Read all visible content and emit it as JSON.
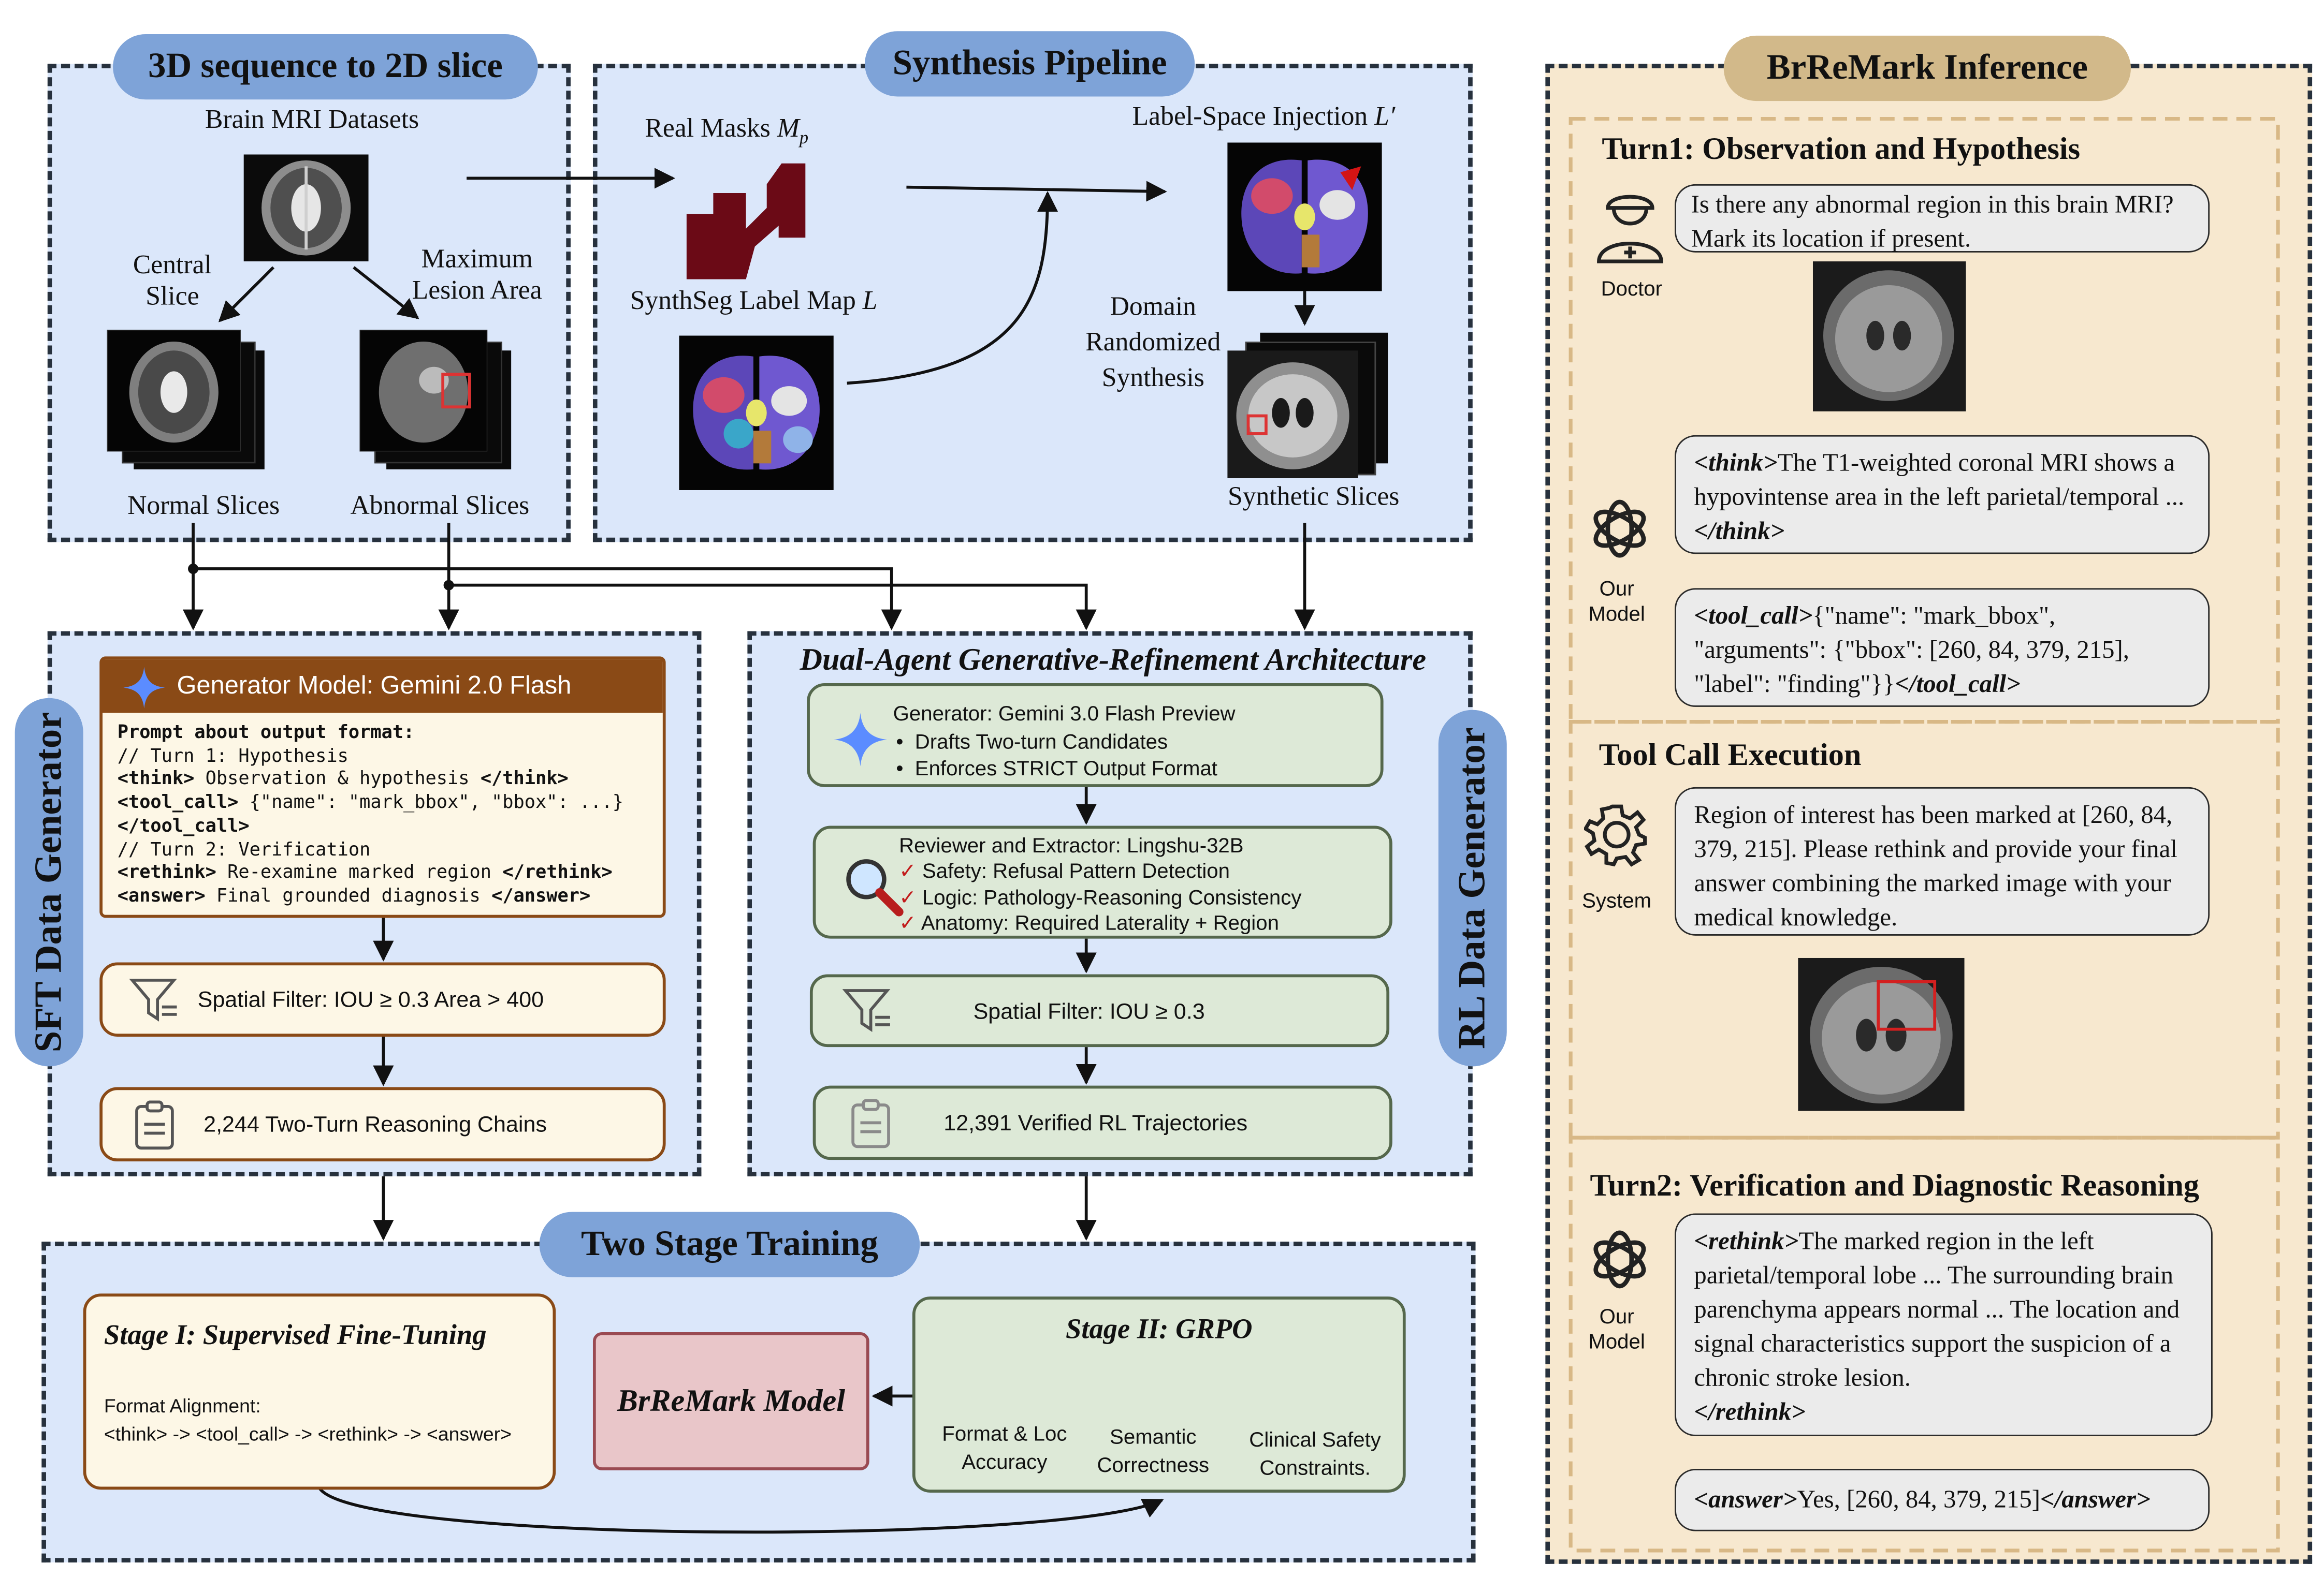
{
  "colors": {
    "panel_blue": "#dbe7fa",
    "pill_blue": "#7ea3d8",
    "inference_bg": "#f7e8cf",
    "inference_pill": "#d2b98a",
    "generator_header": "#8a4a16",
    "green_box": "#dde9d7",
    "model_pink": "#e9c6c9"
  },
  "slice_panel": {
    "title": "3D sequence to 2D slice",
    "datasets": "Brain MRI Datasets",
    "central": "Central\nSlice",
    "maximum": "Maximum\nLesion Area",
    "normal": "Normal Slices",
    "abnormal": "Abnormal Slices"
  },
  "synthesis_panel": {
    "title": "Synthesis Pipeline",
    "real_masks": "Real Masks",
    "real_masks_sym": "M",
    "real_masks_sub": "p",
    "label_map": "SynthSeg Label Map",
    "label_map_sym": "L",
    "injection": "Label-Space Injection",
    "injection_sym": "L′",
    "domain": "Domain\nRandomized\nSynthesis",
    "synthetic": "Synthetic Slices"
  },
  "sft_panel": {
    "side_label": "SFT Data Generator",
    "gen_header": "Generator Model: Gemini 2.0 Flash",
    "prompt_lines": [
      {
        "b": "Prompt about output format:",
        "t": "",
        "e": ""
      },
      {
        "b": "",
        "t": "// Turn 1: Hypothesis",
        "e": ""
      },
      {
        "b": "<think>",
        "t": " Observation & hypothesis ",
        "e": "</think>"
      },
      {
        "b": "<tool_call>",
        "t": " {\"name\": \"mark_bbox\", \"bbox\": ...}",
        "e": ""
      },
      {
        "b": "</tool_call>",
        "t": "",
        "e": ""
      },
      {
        "b": "",
        "t": "// Turn 2: Verification",
        "e": ""
      },
      {
        "b": "<rethink>",
        "t": " Re-examine marked region ",
        "e": "</rethink>"
      },
      {
        "b": "<answer>",
        "t": " Final grounded diagnosis ",
        "e": "</answer>"
      }
    ],
    "filter": "Spatial Filter: IOU ≥ 0.3 Area > 400",
    "chains": "2,244 Two-Turn Reasoning Chains"
  },
  "rl_panel": {
    "title": "Dual-Agent Generative-Refinement Architecture",
    "side_label": "RL Data Generator",
    "generator": "Generator: Gemini 3.0 Flash Preview",
    "gen_bullets": [
      "Drafts Two-turn Candidates",
      "Enforces STRICT Output Format"
    ],
    "reviewer": "Reviewer and Extractor: Lingshu-32B",
    "checks": [
      "Safety: Refusal Pattern Detection",
      "Logic: Pathology-Reasoning Consistency",
      "Anatomy: Required Laterality + Region"
    ],
    "filter": "Spatial Filter: IOU ≥ 0.3",
    "trajectories": "12,391 Verified RL Trajectories"
  },
  "training_panel": {
    "title": "Two Stage Training",
    "stage1_title": "Stage I: Supervised Fine-Tuning",
    "stage1_line1": "Format Alignment:",
    "stage1_line2": "<think> -> <tool_call> -> <rethink> -> <answer>",
    "model": "BrReMark Model",
    "stage2_title": "Stage II: GRPO",
    "rewards": [
      "Format & Loc\nAccuracy",
      "Semantic\nCorrectness",
      "Clinical Safety\nConstraints."
    ]
  },
  "inference_panel": {
    "title": "BrReMark Inference",
    "turn1_title": "Turn1: Observation and Hypothesis",
    "doctor": "Doctor",
    "question": "Is there any abnormal region in this brain MRI? Mark its location if present.",
    "model_label": "Our\nModel",
    "think_open": "<think>",
    "think_text": "The T1-weighted coronal MRI shows a hypovintense area in the left parietal/temporal ...",
    "think_close": "</think>",
    "tool_open": "<tool_call>",
    "tool_text": "{\"name\": \"mark_bbox\", \"arguments\": {\"bbox\": [260, 84, 379, 215], \"label\": \"finding\"}}",
    "tool_close": "</tool_call>",
    "tool_exec_title": "Tool Call Execution",
    "system": "System",
    "system_text": "Region of interest has been marked at [260, 84, 379, 215]. Please rethink and provide your final answer combining the marked image with your medical knowledge.",
    "turn2_title": "Turn2: Verification and Diagnostic Reasoning",
    "rethink_open": "<rethink>",
    "rethink_text": "The marked region in the left parietal/temporal lobe ... The surrounding brain parenchyma appears normal ... The location and signal characteristics support the suspicion of a chronic stroke lesion.",
    "rethink_close": "</rethink>",
    "answer_open": "<answer>",
    "answer_text": "Yes, [260, 84, 379, 215]",
    "answer_close": "</answer>"
  }
}
